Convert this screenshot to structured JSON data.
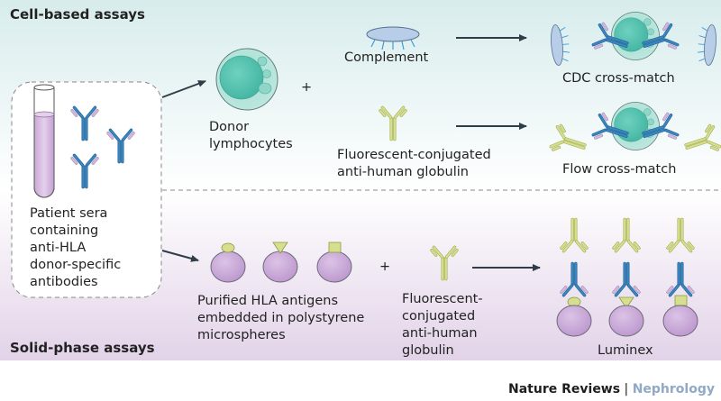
{
  "sections": {
    "cell_based": "Cell-based assays",
    "solid_phase": "Solid-phase assays"
  },
  "patient_box": {
    "lines": [
      "Patient sera",
      "containing",
      "anti-HLA",
      "donor-specific",
      "antibodies"
    ]
  },
  "cell_based": {
    "donor_label": [
      "Donor",
      "lymphocytes"
    ],
    "plus": "+",
    "complement_label": "Complement",
    "fluor_label": [
      "Fluorescent-conjugated",
      "anti-human globulin"
    ],
    "cdc_label": "CDC cross-match",
    "flow_label": "Flow cross-match"
  },
  "solid_phase": {
    "beads_label": [
      "Purified HLA antigens",
      "embedded in polystyrene",
      "microspheres"
    ],
    "plus": "+",
    "fluor_label": [
      "Fluorescent-",
      "conjugated",
      "anti-human",
      "globulin"
    ],
    "result_label": "Luminex",
    "antigen_shapes": [
      "oval",
      "triangle",
      "square"
    ]
  },
  "credit": {
    "journal": "Nature Reviews",
    "separator": " | ",
    "subject": "Nephrology"
  },
  "colors": {
    "top_bg_start": "#dceeee",
    "bottom_bg_end": "#e3d4e8",
    "antibody_blue": "#3b86c0",
    "antibody_light_chain": "#d3b9dc",
    "globulin_yellow": "#d6df8e",
    "cell_teal": "#7ccfc0",
    "bead_purple": "#c8a6d8",
    "complement_blue": "#b7cde8",
    "arrow": "#2f3d48",
    "credit_accent": "#8fa9c6"
  }
}
